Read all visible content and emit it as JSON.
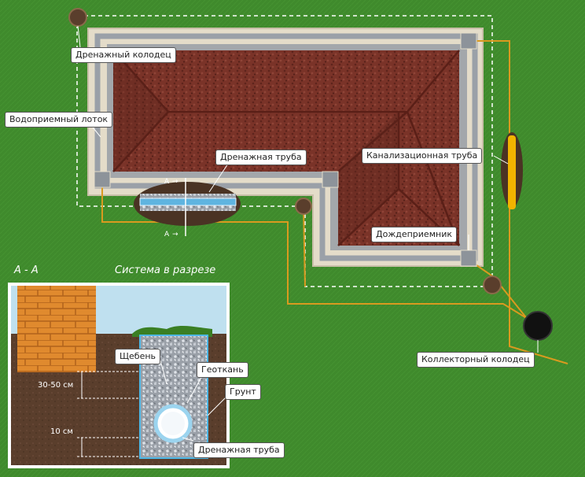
{
  "labels": {
    "drain_well": "Дренажный колодец",
    "water_tray": "Водоприемный лоток",
    "drain_pipe": "Дренажная труба",
    "sewer_pipe": "Канализационная труба",
    "rain_inlet": "Дождеприемник",
    "collector_well": "Коллекторный колодец"
  },
  "section": {
    "marker": "A - A",
    "title": "Система в разрезе",
    "marker_top": "A",
    "marker_bottom": "A",
    "gravel": "Щебень",
    "geotextile": "Геоткань",
    "soil": "Грунт",
    "pipe": "Дренажная труба",
    "depth_1": "30-50 см",
    "depth_2": "10 см"
  },
  "colors": {
    "lawn": "#3f8a2c",
    "roof": "#7a3328",
    "pipe_line": "#d99a1f",
    "sewer_pipe": "#f2b400",
    "wall_path": "#e4dcc9"
  }
}
